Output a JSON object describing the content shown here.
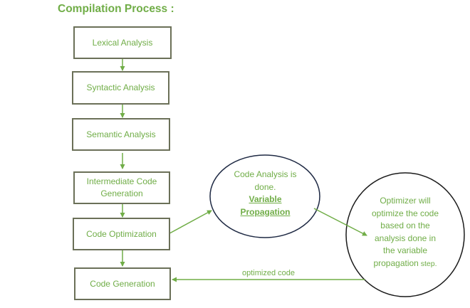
{
  "title": "Compilation Process :",
  "colors": {
    "accent": "#70ad47",
    "box_border": "#6b7058",
    "ellipse_border": "#1f2a44",
    "circle_border": "#1a1a1a"
  },
  "stages": [
    {
      "id": "lexical",
      "label": "Lexical Analysis"
    },
    {
      "id": "syntactic",
      "label": "Syntactic Analysis"
    },
    {
      "id": "semantic",
      "label": "Semantic Analysis"
    },
    {
      "id": "intermediate",
      "label_line1": "Intermediate Code",
      "label_line2": "Generation"
    },
    {
      "id": "optimization",
      "label": "Code Optimization"
    },
    {
      "id": "generation",
      "label": "Code Generation"
    }
  ],
  "analysis_bubble": {
    "line1": "Code Analysis is",
    "line2": "done.",
    "emphasis_line1": "Variable",
    "emphasis_line2": "Propagation"
  },
  "optimizer_bubble": {
    "line1": "Optimizer will",
    "line2": "optimize the code",
    "line3": "based on the",
    "line4": "analysis done in",
    "line5": "the variable",
    "line6_main": "propagation",
    "line6_suffix": " step."
  },
  "edges": {
    "feedback_label": "optimized code"
  }
}
